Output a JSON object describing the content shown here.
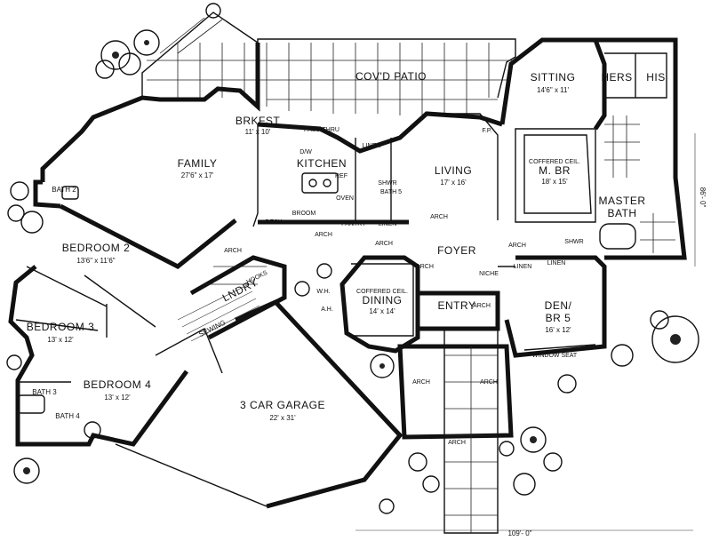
{
  "plan": {
    "rooms": {
      "covd_patio": "COV'D PATIO",
      "sitting": "SITTING",
      "sitting_dim": "14'6\" x 11'",
      "hers": "HERS",
      "his": "HIS",
      "brkfst": "BRKFST",
      "brkfst_dim": "11' x 10'",
      "family": "FAMILY",
      "family_dim": "27'6\" x 17'",
      "living": "LIVING",
      "living_dim": "17' x 16'",
      "coffered_mbr": "COFFERED CEIL.",
      "mbr": "M. BR",
      "mbr_dim": "18' x 15'",
      "master_bath": "MASTER",
      "master_bath2": "BATH",
      "kitchen": "KITCHEN",
      "bath2": "BATH 2",
      "bedroom2": "BEDROOM 2",
      "bedroom2_dim": "13'6\" x 11'6\"",
      "bedroom3": "BEDROOM 3",
      "bedroom3_dim": "13' x 12'",
      "bedroom4": "BEDROOM 4",
      "bedroom4_dim": "13' x 12'",
      "bath3": "BATH 3",
      "bath4": "BATH 4",
      "foyer": "FOYER",
      "coffered_dining": "COFFERED CEIL.",
      "dining": "DINING",
      "dining_dim": "14' x 14'",
      "entry": "ENTRY",
      "den": "DEN/",
      "br5": "BR 5",
      "den_dim": "16' x 12'",
      "window_seat": "WINDOW SEAT",
      "lndry": "LNDRY",
      "sewing": "SEWING",
      "garage": "3 CAR GARAGE",
      "garage_dim": "22' x 31'",
      "bath5": "BATH 5"
    },
    "small_labels": {
      "pass_thru": "PASS-THRU",
      "linen_kitchen": "LINEN",
      "dw": "D/W",
      "ref": "REF",
      "oven": "OVEN",
      "broom": "BROOM",
      "pantry": "PANTRY",
      "shwr_bath": "SHWR",
      "linen_hall": "LINEN",
      "desk": "DESK",
      "arch_family": "ARCH",
      "arch_hall": "ARCH",
      "arch_living": "ARCH",
      "arch_foyer_l": "ARCH",
      "arch_foyer_r": "ARCH",
      "arch_foyer_top": "ARCH",
      "niche": "NICHE",
      "linen_mbr": "LINEN",
      "shwr_mbr": "SHWR",
      "linen_mbr2": "LINEN",
      "fp": "F.P.",
      "wh": "W.H.",
      "ah": "A.H.",
      "arch_walk_l": "ARCH",
      "arch_walk_r": "ARCH",
      "arch_walk_c": "ARCH",
      "arch_walk_far": "ARCH",
      "hooks": "HOOKS"
    },
    "dimensions": {
      "overall_width": "109'- 0\"",
      "overall_depth": "86'- 0\""
    }
  }
}
